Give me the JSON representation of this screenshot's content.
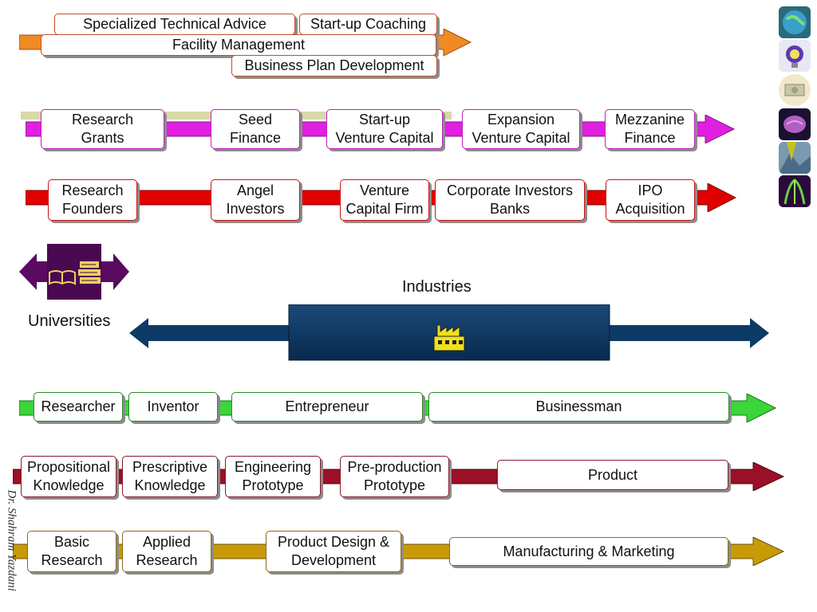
{
  "rows": {
    "advice": {
      "color": "#f08a24",
      "boxes": [
        "Specialized Technical Advice",
        "Start-up Coaching",
        "Facility Management",
        "Business Plan Development"
      ]
    },
    "finance": {
      "color": "#e020e0",
      "boxes": [
        "Research\nGrants",
        "Seed\nFinance",
        "Start-up\nVenture Capital",
        "Expansion\nVenture Capital",
        "Mezzanine\nFinance"
      ]
    },
    "investors": {
      "color": "#e00000",
      "boxes": [
        "Research\nFounders",
        "Angel\nInvestors",
        "Venture\nCapital Firm",
        "Corporate Investors\nBanks",
        "IPO\nAcquisition"
      ]
    },
    "sector": {
      "universities_label": "Universities",
      "industries_label": "Industries",
      "color": "#0e3a66"
    },
    "roles": {
      "color": "#3ad63a",
      "boxes": [
        "Researcher",
        "Inventor",
        "Entrepreneur",
        "Businessman"
      ]
    },
    "knowledge": {
      "color": "#9a1026",
      "boxes": [
        "Propositional\nKnowledge",
        "Prescriptive\nKnowledge",
        "Engineering\nPrototype",
        "Pre-production\nPrototype",
        "Product"
      ]
    },
    "research": {
      "color": "#c89a08",
      "boxes": [
        "Basic\nResearch",
        "Applied\nResearch",
        "Product Design &\nDevelopment",
        "Manufacturing & Marketing"
      ]
    }
  },
  "author": "Dr. Shahram Yazdani",
  "icons": [
    "globe-icon",
    "lightbulb-icon",
    "money-icon",
    "brain-icon",
    "landscape-icon",
    "nature-icon",
    "books-icon",
    "factory-icon"
  ]
}
